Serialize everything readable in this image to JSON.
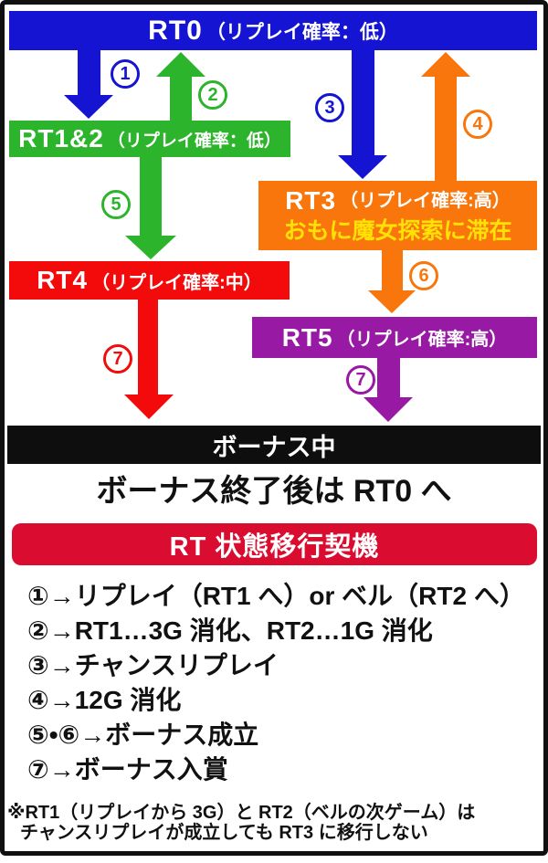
{
  "diagram": {
    "nodes": [
      {
        "name": "RT0",
        "detail": "（リプレイ確率：低）"
      },
      {
        "name": "RT1&2",
        "detail": "（リプレイ確率：低）"
      },
      {
        "name": "RT3",
        "detail": "（リプレイ確率:高）",
        "sub": "おもに魔女探索に滞在"
      },
      {
        "name": "RT4",
        "detail": "（リプレイ確率:中）"
      },
      {
        "name": "RT5",
        "detail": "（リプレイ確率:高）"
      },
      {
        "label": "ボーナス中"
      }
    ],
    "steps": [
      {
        "num": "1"
      },
      {
        "num": "2"
      },
      {
        "num": "3"
      },
      {
        "num": "4"
      },
      {
        "num": "5"
      },
      {
        "num": "6"
      },
      {
        "num": "7"
      },
      {
        "num": "7"
      }
    ],
    "after_bonus_note": "ボーナス終了後は RT0 へ"
  },
  "legend": {
    "title": "RT 状態移行契機",
    "items": [
      "①→リプレイ（RT1 へ）or ベル（RT2 へ）",
      "②→RT1…3G 消化、RT2…1G 消化",
      "③→チャンスリプレイ",
      "④→12G 消化",
      "⑤•⑥→ボーナス成立",
      "⑦→ボーナス入賞"
    ],
    "footnote_line1": "※RT1（リプレイから 3G）と RT2（ベルの次ゲーム）は",
    "footnote_line2": "チャンスリプレイが成立しても RT3 に移行しない"
  },
  "colors": {
    "rt0_blue": "#1414d2",
    "rt12_green": "#2db42d",
    "rt3_orange": "#f8760c",
    "rt3_sub_yellow": "#ffe105",
    "rt4_red": "#f30b0b",
    "rt5_purple": "#9719a4",
    "bonus_black": "#0e0e0e",
    "legend_header_red": "#da0c30"
  }
}
